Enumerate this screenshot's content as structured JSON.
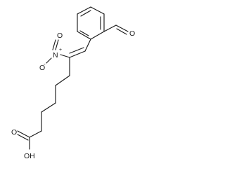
{
  "diagram": {
    "type": "skeletal-structure",
    "atom_labels": {
      "aldehyde_oxygen": "O",
      "nitro_oxygen_top": "O",
      "nitro_nitrogen": "N",
      "nitro_charge_plus": "+",
      "nitro_oxygen_left": "O",
      "nitro_charge_minus": "-",
      "carboxyl_oxygen": "O",
      "hydroxyl": "OH"
    },
    "colors": {
      "ink": "#1a1a1a",
      "background": "#ffffff"
    }
  }
}
